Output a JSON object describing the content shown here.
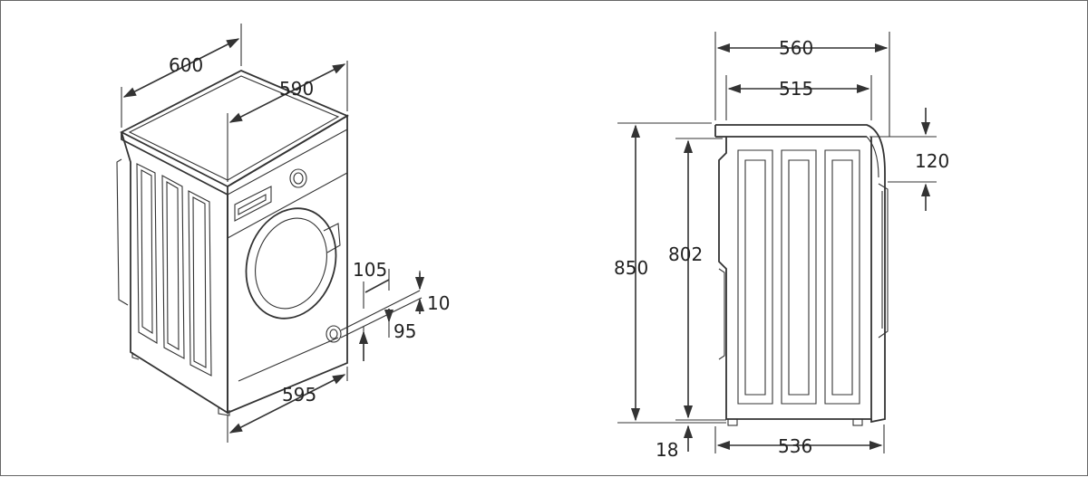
{
  "dimensions": {
    "width_600": "600",
    "depth_590": "590",
    "width_595": "595",
    "hose_105": "105",
    "hose_10": "10",
    "hose_95": "95",
    "overall_depth_560": "560",
    "body_depth_515": "515",
    "top_120": "120",
    "height_850": "850",
    "height_802": "802",
    "feet_18": "18",
    "base_depth_536": "536"
  }
}
